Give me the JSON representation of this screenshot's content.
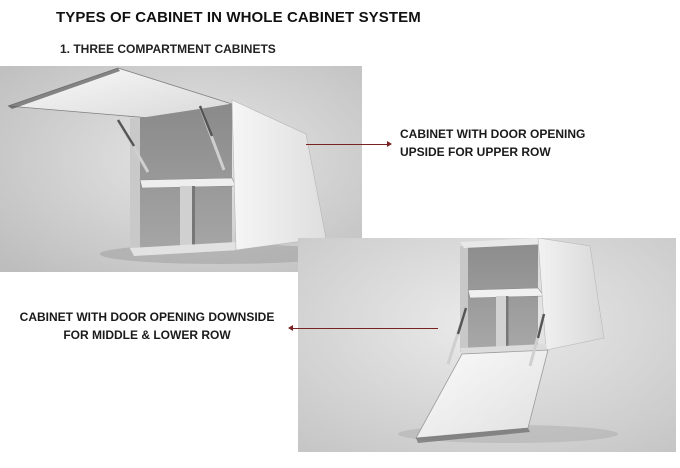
{
  "heading": "TYPES OF CABINET IN WHOLE CABINET SYSTEM",
  "subheading": "1. THREE COMPARTMENT CABINETS",
  "captions": {
    "upper": [
      "CABINET WITH DOOR OPENING",
      "UPSIDE FOR UPPER ROW"
    ],
    "lower": [
      "CABINET WITH DOOR OPENING DOWNSIDE",
      "FOR MIDDLE & LOWER ROW"
    ]
  },
  "colors": {
    "arrow": "#7a2222",
    "text": "#111111",
    "backdrop": "#d6d6d6"
  }
}
